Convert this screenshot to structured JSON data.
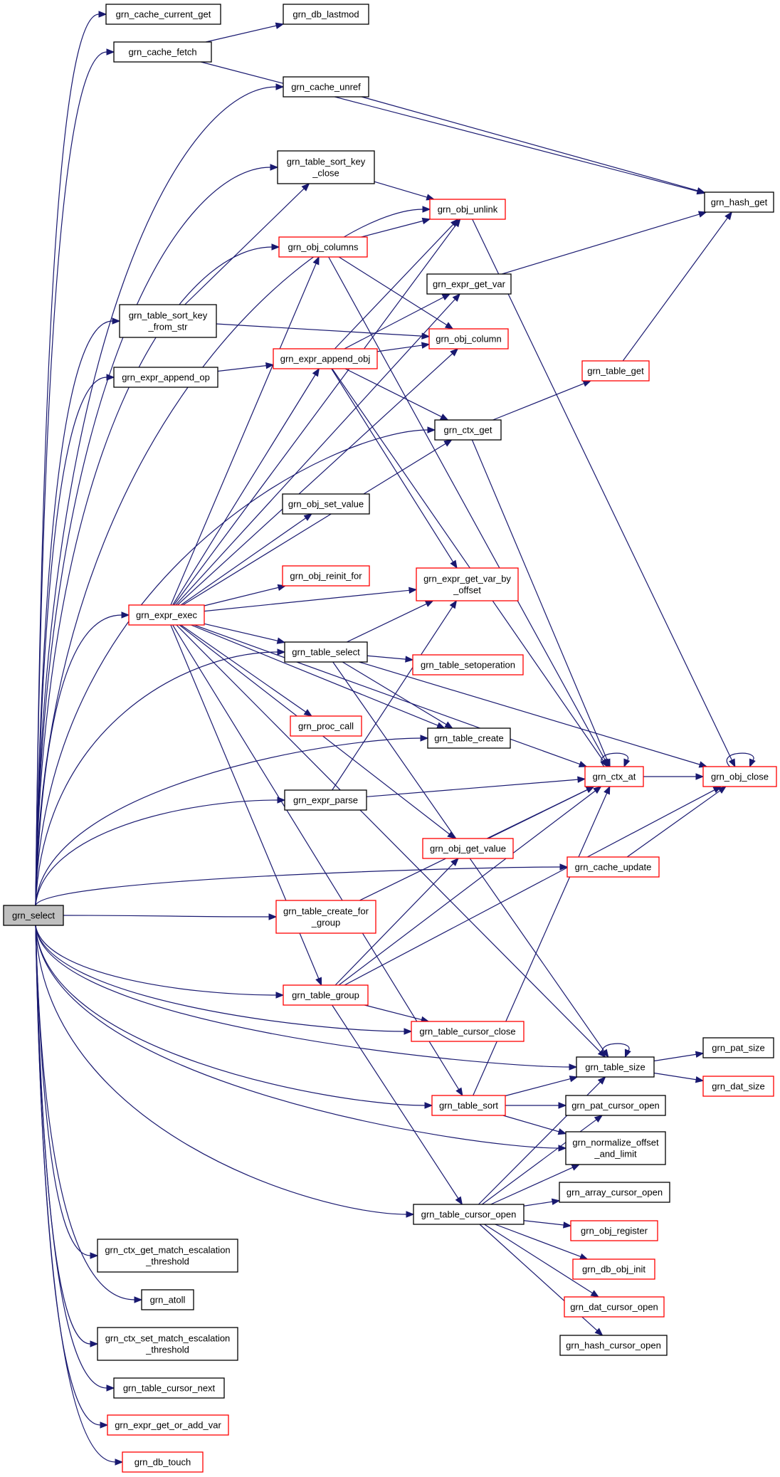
{
  "colors": {
    "edge": "#191970",
    "normal_border": "#000000",
    "red_border": "#ff0000",
    "root_fill": "#bfbfbf",
    "node_fill": "#ffffff"
  },
  "nodes": [
    {
      "id": "grn_select",
      "lines": [
        "grn_select"
      ],
      "style": "root"
    },
    {
      "id": "grn_cache_current_get",
      "lines": [
        "grn_cache_current_get"
      ],
      "style": "normal"
    },
    {
      "id": "grn_cache_fetch",
      "lines": [
        "grn_cache_fetch"
      ],
      "style": "normal"
    },
    {
      "id": "grn_db_lastmod",
      "lines": [
        "grn_db_lastmod"
      ],
      "style": "normal"
    },
    {
      "id": "grn_cache_unref",
      "lines": [
        "grn_cache_unref"
      ],
      "style": "normal"
    },
    {
      "id": "grn_hash_get",
      "lines": [
        "grn_hash_get"
      ],
      "style": "normal"
    },
    {
      "id": "grn_table_sort_key_close",
      "lines": [
        "grn_table_sort_key",
        "_close"
      ],
      "style": "normal"
    },
    {
      "id": "grn_obj_unlink",
      "lines": [
        "grn_obj_unlink"
      ],
      "style": "red"
    },
    {
      "id": "grn_obj_columns",
      "lines": [
        "grn_obj_columns"
      ],
      "style": "red"
    },
    {
      "id": "grn_expr_get_var",
      "lines": [
        "grn_expr_get_var"
      ],
      "style": "normal"
    },
    {
      "id": "grn_table_sort_key_from_str",
      "lines": [
        "grn_table_sort_key",
        "_from_str"
      ],
      "style": "normal"
    },
    {
      "id": "grn_obj_column",
      "lines": [
        "grn_obj_column"
      ],
      "style": "red"
    },
    {
      "id": "grn_expr_append_op",
      "lines": [
        "grn_expr_append_op"
      ],
      "style": "normal"
    },
    {
      "id": "grn_expr_append_obj",
      "lines": [
        "grn_expr_append_obj"
      ],
      "style": "red"
    },
    {
      "id": "grn_table_get",
      "lines": [
        "grn_table_get"
      ],
      "style": "red"
    },
    {
      "id": "grn_ctx_get",
      "lines": [
        "grn_ctx_get"
      ],
      "style": "normal"
    },
    {
      "id": "grn_obj_set_value",
      "lines": [
        "grn_obj_set_value"
      ],
      "style": "normal"
    },
    {
      "id": "grn_obj_reinit_for",
      "lines": [
        "grn_obj_reinit_for"
      ],
      "style": "red"
    },
    {
      "id": "grn_expr_get_var_by_offset",
      "lines": [
        "grn_expr_get_var_by",
        "_offset"
      ],
      "style": "red"
    },
    {
      "id": "grn_expr_exec",
      "lines": [
        "grn_expr_exec"
      ],
      "style": "red"
    },
    {
      "id": "grn_table_select",
      "lines": [
        "grn_table_select"
      ],
      "style": "normal"
    },
    {
      "id": "grn_table_setoperation",
      "lines": [
        "grn_table_setoperation"
      ],
      "style": "red"
    },
    {
      "id": "grn_proc_call",
      "lines": [
        "grn_proc_call"
      ],
      "style": "red"
    },
    {
      "id": "grn_table_create",
      "lines": [
        "grn_table_create"
      ],
      "style": "normal"
    },
    {
      "id": "grn_ctx_at",
      "lines": [
        "grn_ctx_at"
      ],
      "style": "red"
    },
    {
      "id": "grn_obj_close",
      "lines": [
        "grn_obj_close"
      ],
      "style": "red"
    },
    {
      "id": "grn_expr_parse",
      "lines": [
        "grn_expr_parse"
      ],
      "style": "normal"
    },
    {
      "id": "grn_obj_get_value",
      "lines": [
        "grn_obj_get_value"
      ],
      "style": "red"
    },
    {
      "id": "grn_cache_update",
      "lines": [
        "grn_cache_update"
      ],
      "style": "red"
    },
    {
      "id": "grn_table_create_for_group",
      "lines": [
        "grn_table_create_for",
        "_group"
      ],
      "style": "red"
    },
    {
      "id": "grn_table_group",
      "lines": [
        "grn_table_group"
      ],
      "style": "red"
    },
    {
      "id": "grn_table_cursor_close",
      "lines": [
        "grn_table_cursor_close"
      ],
      "style": "red"
    },
    {
      "id": "grn_table_size",
      "lines": [
        "grn_table_size"
      ],
      "style": "normal"
    },
    {
      "id": "grn_pat_size",
      "lines": [
        "grn_pat_size"
      ],
      "style": "normal"
    },
    {
      "id": "grn_dat_size",
      "lines": [
        "grn_dat_size"
      ],
      "style": "red"
    },
    {
      "id": "grn_table_sort",
      "lines": [
        "grn_table_sort"
      ],
      "style": "red"
    },
    {
      "id": "grn_pat_cursor_open",
      "lines": [
        "grn_pat_cursor_open"
      ],
      "style": "normal"
    },
    {
      "id": "grn_normalize_offset_and_limit",
      "lines": [
        "grn_normalize_offset",
        "_and_limit"
      ],
      "style": "normal"
    },
    {
      "id": "grn_array_cursor_open",
      "lines": [
        "grn_array_cursor_open"
      ],
      "style": "normal"
    },
    {
      "id": "grn_table_cursor_open",
      "lines": [
        "grn_table_cursor_open"
      ],
      "style": "normal"
    },
    {
      "id": "grn_obj_register",
      "lines": [
        "grn_obj_register"
      ],
      "style": "red"
    },
    {
      "id": "grn_ctx_get_match_escalation_threshold",
      "lines": [
        "grn_ctx_get_match_escalation",
        "_threshold"
      ],
      "style": "normal"
    },
    {
      "id": "grn_db_obj_init",
      "lines": [
        "grn_db_obj_init"
      ],
      "style": "red"
    },
    {
      "id": "grn_atoll",
      "lines": [
        "grn_atoll"
      ],
      "style": "normal"
    },
    {
      "id": "grn_dat_cursor_open",
      "lines": [
        "grn_dat_cursor_open"
      ],
      "style": "red"
    },
    {
      "id": "grn_ctx_set_match_escalation_threshold",
      "lines": [
        "grn_ctx_set_match_escalation",
        "_threshold"
      ],
      "style": "normal"
    },
    {
      "id": "grn_hash_cursor_open",
      "lines": [
        "grn_hash_cursor_open"
      ],
      "style": "normal"
    },
    {
      "id": "grn_table_cursor_next",
      "lines": [
        "grn_table_cursor_next"
      ],
      "style": "normal"
    },
    {
      "id": "grn_expr_get_or_add_var",
      "lines": [
        "grn_expr_get_or_add_var"
      ],
      "style": "red"
    },
    {
      "id": "grn_db_touch",
      "lines": [
        "grn_db_touch"
      ],
      "style": "red"
    }
  ],
  "edges": [
    [
      "grn_select",
      "grn_cache_current_get"
    ],
    [
      "grn_select",
      "grn_cache_fetch"
    ],
    [
      "grn_select",
      "grn_cache_unref"
    ],
    [
      "grn_select",
      "grn_obj_unlink"
    ],
    [
      "grn_select",
      "grn_table_sort_key_close"
    ],
    [
      "grn_select",
      "grn_obj_columns"
    ],
    [
      "grn_select",
      "grn_table_sort_key_from_str"
    ],
    [
      "grn_select",
      "grn_expr_append_op"
    ],
    [
      "grn_select",
      "grn_ctx_get"
    ],
    [
      "grn_select",
      "grn_expr_exec"
    ],
    [
      "grn_select",
      "grn_table_select"
    ],
    [
      "grn_select",
      "grn_table_create"
    ],
    [
      "grn_select",
      "grn_expr_parse"
    ],
    [
      "grn_select",
      "grn_table_create_for_group"
    ],
    [
      "grn_select",
      "grn_cache_update"
    ],
    [
      "grn_select",
      "grn_table_group"
    ],
    [
      "grn_select",
      "grn_table_cursor_close"
    ],
    [
      "grn_select",
      "grn_table_size"
    ],
    [
      "grn_select",
      "grn_table_sort"
    ],
    [
      "grn_select",
      "grn_normalize_offset_and_limit"
    ],
    [
      "grn_select",
      "grn_table_cursor_open"
    ],
    [
      "grn_select",
      "grn_ctx_get_match_escalation_threshold"
    ],
    [
      "grn_select",
      "grn_atoll"
    ],
    [
      "grn_select",
      "grn_ctx_set_match_escalation_threshold"
    ],
    [
      "grn_select",
      "grn_table_cursor_next"
    ],
    [
      "grn_select",
      "grn_expr_get_or_add_var"
    ],
    [
      "grn_select",
      "grn_db_touch"
    ],
    [
      "grn_cache_fetch",
      "grn_db_lastmod"
    ],
    [
      "grn_cache_fetch",
      "grn_hash_get"
    ],
    [
      "grn_cache_unref",
      "grn_hash_get"
    ],
    [
      "grn_table_sort_key_close",
      "grn_obj_unlink"
    ],
    [
      "grn_obj_unlink",
      "grn_obj_close"
    ],
    [
      "grn_obj_columns",
      "grn_obj_unlink"
    ],
    [
      "grn_obj_columns",
      "grn_obj_column"
    ],
    [
      "grn_obj_columns",
      "grn_ctx_at"
    ],
    [
      "grn_expr_get_var",
      "grn_hash_get"
    ],
    [
      "grn_table_sort_key_from_str",
      "grn_table_sort_key_close"
    ],
    [
      "grn_table_sort_key_from_str",
      "grn_obj_column"
    ],
    [
      "grn_expr_append_op",
      "grn_expr_append_obj"
    ],
    [
      "grn_expr_append_obj",
      "grn_obj_unlink"
    ],
    [
      "grn_expr_append_obj",
      "grn_expr_get_var"
    ],
    [
      "grn_expr_append_obj",
      "grn_obj_column"
    ],
    [
      "grn_expr_append_obj",
      "grn_ctx_get"
    ],
    [
      "grn_expr_append_obj",
      "grn_expr_get_var_by_offset"
    ],
    [
      "grn_expr_append_obj",
      "grn_ctx_at"
    ],
    [
      "grn_table_get",
      "grn_hash_get"
    ],
    [
      "grn_ctx_get",
      "grn_table_get"
    ],
    [
      "grn_ctx_get",
      "grn_ctx_at"
    ],
    [
      "grn_expr_exec",
      "grn_obj_unlink"
    ],
    [
      "grn_expr_exec",
      "grn_obj_columns"
    ],
    [
      "grn_expr_exec",
      "grn_expr_get_var"
    ],
    [
      "grn_expr_exec",
      "grn_obj_column"
    ],
    [
      "grn_expr_exec",
      "grn_expr_append_obj"
    ],
    [
      "grn_expr_exec",
      "grn_ctx_get"
    ],
    [
      "grn_expr_exec",
      "grn_obj_set_value"
    ],
    [
      "grn_expr_exec",
      "grn_obj_reinit_for"
    ],
    [
      "grn_expr_exec",
      "grn_expr_get_var_by_offset"
    ],
    [
      "grn_expr_exec",
      "grn_ctx_at"
    ],
    [
      "grn_expr_exec",
      "grn_table_select"
    ],
    [
      "grn_expr_exec",
      "grn_proc_call"
    ],
    [
      "grn_expr_exec",
      "grn_table_create"
    ],
    [
      "grn_expr_exec",
      "grn_obj_get_value"
    ],
    [
      "grn_expr_exec",
      "grn_table_group"
    ],
    [
      "grn_expr_exec",
      "grn_table_size"
    ],
    [
      "grn_expr_exec",
      "grn_table_sort"
    ],
    [
      "grn_table_select",
      "grn_expr_get_var_by_offset"
    ],
    [
      "grn_table_select",
      "grn_table_setoperation"
    ],
    [
      "grn_table_select",
      "grn_table_create"
    ],
    [
      "grn_table_select",
      "grn_obj_close"
    ],
    [
      "grn_table_select",
      "grn_table_size"
    ],
    [
      "grn_ctx_at",
      "grn_ctx_at"
    ],
    [
      "grn_ctx_at",
      "grn_obj_close"
    ],
    [
      "grn_obj_close",
      "grn_obj_close"
    ],
    [
      "grn_expr_parse",
      "grn_expr_get_var_by_offset"
    ],
    [
      "grn_expr_parse",
      "grn_ctx_at"
    ],
    [
      "grn_obj_get_value",
      "grn_ctx_at"
    ],
    [
      "grn_cache_update",
      "grn_obj_close"
    ],
    [
      "grn_table_create_for_group",
      "grn_ctx_at"
    ],
    [
      "grn_table_group",
      "grn_obj_get_value"
    ],
    [
      "grn_table_group",
      "grn_ctx_at"
    ],
    [
      "grn_table_group",
      "grn_obj_close"
    ],
    [
      "grn_table_group",
      "grn_table_cursor_close"
    ],
    [
      "grn_table_group",
      "grn_table_cursor_open"
    ],
    [
      "grn_table_size",
      "grn_table_size"
    ],
    [
      "grn_table_size",
      "grn_pat_size"
    ],
    [
      "grn_table_size",
      "grn_dat_size"
    ],
    [
      "grn_table_sort",
      "grn_ctx_at"
    ],
    [
      "grn_table_sort",
      "grn_table_size"
    ],
    [
      "grn_table_sort",
      "grn_pat_cursor_open"
    ],
    [
      "grn_table_sort",
      "grn_normalize_offset_and_limit"
    ],
    [
      "grn_table_cursor_open",
      "grn_table_size"
    ],
    [
      "grn_table_cursor_open",
      "grn_pat_cursor_open"
    ],
    [
      "grn_table_cursor_open",
      "grn_normalize_offset_and_limit"
    ],
    [
      "grn_table_cursor_open",
      "grn_array_cursor_open"
    ],
    [
      "grn_table_cursor_open",
      "grn_obj_register"
    ],
    [
      "grn_table_cursor_open",
      "grn_db_obj_init"
    ],
    [
      "grn_table_cursor_open",
      "grn_dat_cursor_open"
    ],
    [
      "grn_table_cursor_open",
      "grn_hash_cursor_open"
    ]
  ]
}
